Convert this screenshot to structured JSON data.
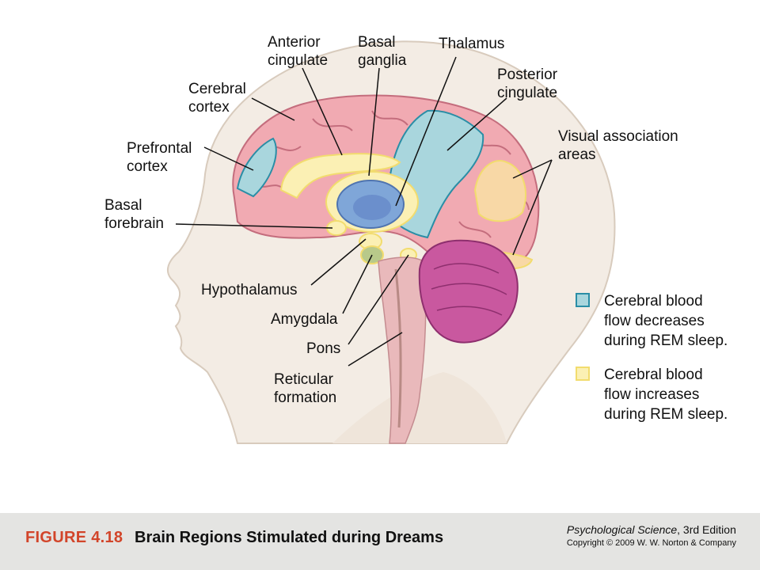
{
  "labels": {
    "anterior_cingulate": [
      "Anterior",
      "cingulate"
    ],
    "basal_ganglia": [
      "Basal",
      "ganglia"
    ],
    "thalamus": [
      "Thalamus"
    ],
    "cerebral_cortex": [
      "Cerebral",
      "cortex"
    ],
    "posterior_cingulate": [
      "Posterior",
      "cingulate"
    ],
    "prefrontal_cortex": [
      "Prefrontal",
      "cortex"
    ],
    "visual_association": [
      "Visual association",
      "areas"
    ],
    "basal_forebrain": [
      "Basal",
      "forebrain"
    ],
    "hypothalamus": [
      "Hypothalamus"
    ],
    "amygdala": [
      "Amygdala"
    ],
    "pons": [
      "Pons"
    ],
    "reticular_formation": [
      "Reticular",
      "formation"
    ]
  },
  "legend": {
    "decrease": {
      "lines": [
        "Cerebral blood",
        "flow decreases",
        "during REM sleep."
      ],
      "fill": "#a9d6dd",
      "border": "#2a8ea6"
    },
    "increase": {
      "lines": [
        "Cerebral blood",
        "flow increases",
        "during REM sleep."
      ],
      "fill": "#fbf0b4",
      "border": "#f2dc6e"
    }
  },
  "caption": {
    "figure_number": "FIGURE 4.18",
    "title": "Brain Regions Stimulated during Dreams",
    "book_title": "Psychological Science",
    "book_edition": ", 3rd Edition",
    "copyright": "Copyright © 2009 W. W. Norton & Company"
  },
  "colors": {
    "figure_number": "#d2452a",
    "cortex": "#f1aab2",
    "cerebellum": "#c9589f",
    "skin": "#f3ece4"
  }
}
